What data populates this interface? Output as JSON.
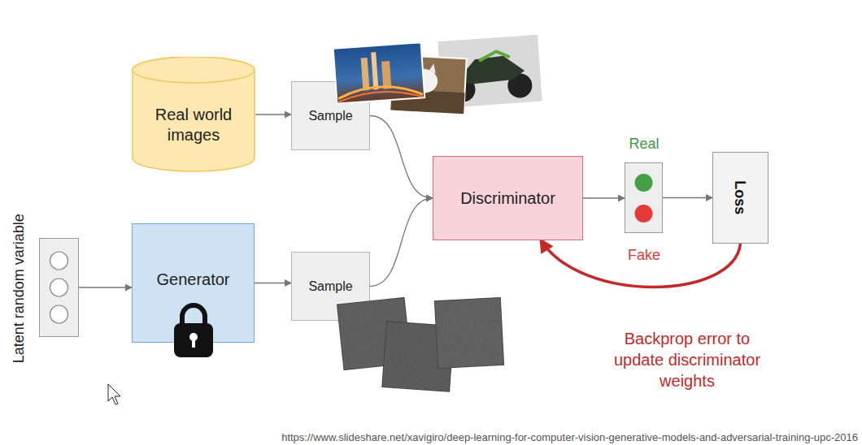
{
  "diagram": {
    "nodes": [
      {
        "text": [
          "Real world images"
        ]
      },
      {
        "text": [
          "Sample"
        ]
      },
      {
        "text": [
          "Discriminator"
        ]
      },
      {
        "text": [
          "Real",
          "Fake"
        ]
      },
      {
        "text": [
          "Loss"
        ]
      },
      {
        "text": [
          "Latent random variable"
        ]
      },
      {
        "text": [
          "Generator"
        ]
      },
      {
        "text": [
          "Sample"
        ]
      }
    ],
    "edges": [
      {
        "from": 0,
        "to": 1,
        "arrow": "to"
      },
      {
        "from": 1,
        "to": 2,
        "arrow": "to"
      },
      {
        "from": 7,
        "to": 2,
        "arrow": "to"
      },
      {
        "from": 5,
        "to": 6,
        "arrow": "to"
      },
      {
        "from": 6,
        "to": 7,
        "arrow": "to"
      },
      {
        "from": 2,
        "to": 3,
        "arrow": "to"
      },
      {
        "from": 3,
        "to": 4,
        "arrow": "to"
      },
      {
        "from": 4,
        "to": 2,
        "arrow": "to"
      }
    ],
    "labels": [
      "Backprop error to update discriminator weights",
      "https://www.slideshare.net/xavigiro/deep-learning-for-computer-vision-generative-models-and-adversarial-training-upc-2016"
    ]
  }
}
